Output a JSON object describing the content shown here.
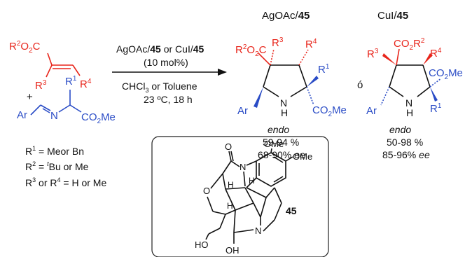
{
  "catalyst_headers": {
    "left_prefix": "AgOAc/",
    "left_num": "45",
    "right_prefix": "CuI/",
    "right_num": "45"
  },
  "reactant_acrylate": {
    "r2": "R",
    "r2_sup": "2",
    "o2c": "O",
    "o2c_sub": "2",
    "c": "C",
    "r3": "R",
    "r3_sup": "3",
    "r4": "R",
    "r4_sup": "4"
  },
  "reactant_imine": {
    "plus": "+",
    "ar": "Ar",
    "n": "N",
    "r1": "R",
    "r1_sup": "1",
    "co2me_co": "CO",
    "co2me_sub": "2",
    "co2me_me": "Me"
  },
  "arrow_conditions": {
    "line1_a": "AgOAc/",
    "line1_b": "45",
    "line1_c": " or CuI/",
    "line1_d": "45",
    "line2": "(10 mol%)",
    "line3_a": "CHCl",
    "line3_sub": "3",
    "line3_b": " or Toluene",
    "line4": "23 ºC, 18 h"
  },
  "product_endo_ag": {
    "r2": "R",
    "r2_sup": "2",
    "o2c": "O",
    "o2c_sub": "2",
    "c": "C",
    "r3": "R",
    "r3_sup": "3",
    "r4": "R",
    "r4_sup": "4",
    "r1": "R",
    "r1_sup": "1",
    "ar": "Ar",
    "nh_n": "N",
    "nh_h": "H",
    "co2me_co": "CO",
    "co2me_sub": "2",
    "co2me_me": "Me",
    "label": "endo",
    "yield": "59-94 %",
    "ee_value": "68-90% ",
    "ee_label": "ee"
  },
  "separator": "ó",
  "product_endo_cu": {
    "r3": "R",
    "r3_sup": "3",
    "co2r2_co": "CO",
    "co2r2_sub": "2",
    "co2r2_r": "R",
    "co2r2_sup": "2",
    "r4": "R",
    "r4_sup": "4",
    "co2me_co": "CO",
    "co2me_sub": "2",
    "co2me_me": "Me",
    "ar": "Ar",
    "nh_n": "N",
    "nh_h": "H",
    "r1": "R",
    "r1_sup": "1",
    "label": "endo",
    "yield": "50-98 %",
    "ee_value": "85-96% ",
    "ee_label": "ee"
  },
  "substituent_legend": {
    "r1_a": "R",
    "r1_sup": "1",
    "r1_b": " = Meor Bn",
    "r2_a": "R",
    "r2_sup": "2",
    "r2_b": " = ",
    "r2_t": "t",
    "r2_c": "Bu or Me",
    "r3_a": "R",
    "r3_sup": "3",
    "r3_b": " or R",
    "r4_sup": "4",
    "r3_c": " = H or Me"
  },
  "ligand_45": {
    "ome_top": "OMe",
    "ome_right": "OMe",
    "o_carbonyl": "O",
    "n_amide": "N",
    "o_ether": "O",
    "h1": "H",
    "h2": "H",
    "h3": "H",
    "number": "45",
    "ho": "HO",
    "oh": "OH",
    "n_amine": "N"
  }
}
